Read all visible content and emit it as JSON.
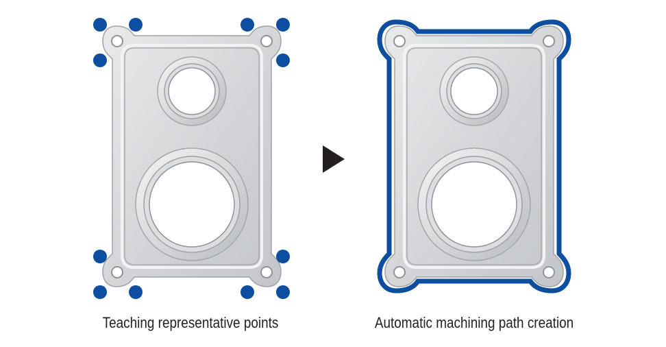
{
  "captions": {
    "left": "Teaching representative points",
    "right": "Automatic machining path creation"
  },
  "icons": {
    "arrow": "right-triangle-arrow",
    "point": "teaching-point-dot"
  },
  "colors": {
    "teaching_point": "#0d4ea0",
    "machining_path": "#0d4ea0",
    "arrow": "#231f20"
  },
  "teaching_point_count": 12
}
